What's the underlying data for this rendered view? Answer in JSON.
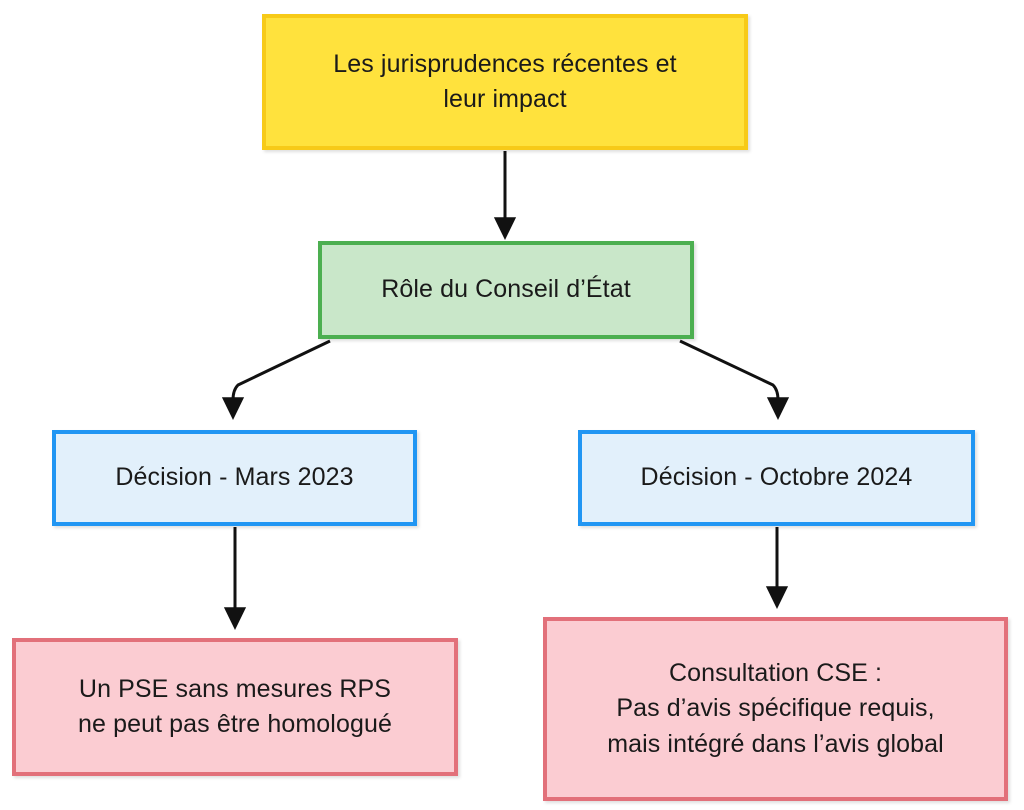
{
  "diagram": {
    "type": "flowchart",
    "orientation": "top-down",
    "background_color": "#ffffff",
    "nodes": [
      {
        "id": "title",
        "label": "Les jurisprudences récentes et\nleur impact",
        "fill": "#FFE23D",
        "border": "#F7CA18",
        "level": 0
      },
      {
        "id": "role",
        "label": "Rôle du Conseil d’État",
        "fill": "#C9E7C9",
        "border": "#4CAF50",
        "level": 1
      },
      {
        "id": "decision-2023",
        "label": "Décision - Mars 2023",
        "fill": "#E2F0FB",
        "border": "#2196F3",
        "level": 2
      },
      {
        "id": "decision-2024",
        "label": "Décision - Octobre 2024",
        "fill": "#E2F0FB",
        "border": "#2196F3",
        "level": 2
      },
      {
        "id": "pse-outcome",
        "label": "Un PSE sans mesures RPS\nne peut pas être homologué",
        "fill": "#FBCCD2",
        "border": "#E2707A",
        "level": 3
      },
      {
        "id": "cse-outcome",
        "label": "Consultation CSE :\nPas d’avis spécifique requis,\nmais intégré dans l’avis global",
        "fill": "#FBCCD2",
        "border": "#E2707A",
        "level": 3
      }
    ],
    "edges": [
      {
        "id": "edge-title-role",
        "from": "title",
        "to": "role",
        "style": "straight-arrow"
      },
      {
        "id": "edge-role-decision-2023",
        "from": "role",
        "to": "decision-2023",
        "style": "curved-arrow"
      },
      {
        "id": "edge-role-decision-2024",
        "from": "role",
        "to": "decision-2024",
        "style": "curved-arrow"
      },
      {
        "id": "edge-decision-2023-pse",
        "from": "decision-2023",
        "to": "pse-outcome",
        "style": "straight-arrow"
      },
      {
        "id": "edge-decision-2024-cse",
        "from": "decision-2024",
        "to": "cse-outcome",
        "style": "straight-arrow"
      }
    ],
    "edge_color": "#111111"
  }
}
